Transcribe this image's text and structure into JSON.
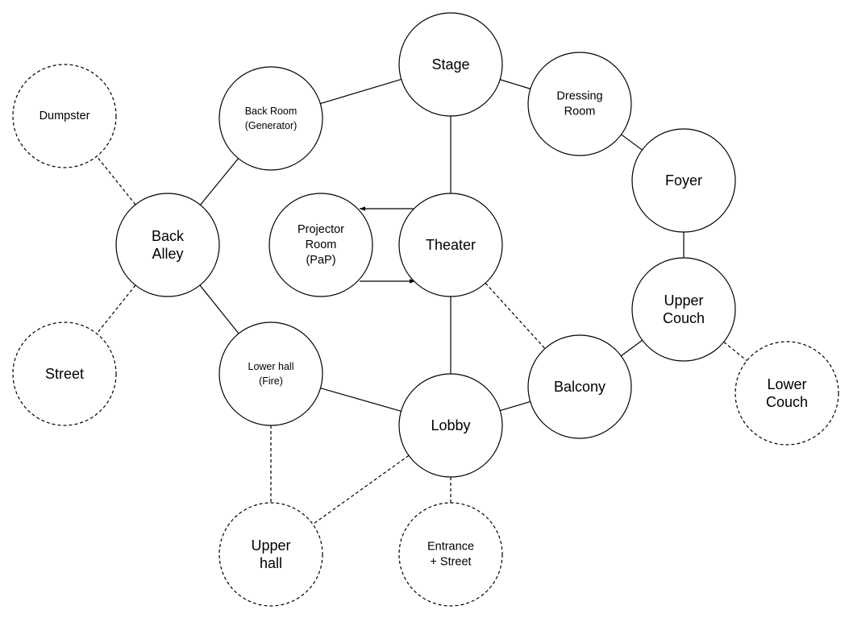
{
  "colors": {
    "stroke": "#000000",
    "fill": "#ffffff"
  },
  "nodes": [
    {
      "id": "stage",
      "name": "node-stage",
      "lines": [
        "Stage"
      ],
      "style": "solid",
      "size": "lg"
    },
    {
      "id": "dressing",
      "name": "node-dressing-room",
      "lines": [
        "Dressing",
        "Room"
      ],
      "style": "solid",
      "size": "md"
    },
    {
      "id": "backroom",
      "name": "node-back-room",
      "lines": [
        "Back Room",
        "(Generator)"
      ],
      "style": "solid",
      "size": "sm"
    },
    {
      "id": "foyer",
      "name": "node-foyer",
      "lines": [
        "Foyer"
      ],
      "style": "solid",
      "size": "lg"
    },
    {
      "id": "dumpster",
      "name": "node-dumpster",
      "lines": [
        "Dumpster"
      ],
      "style": "dashed",
      "size": "md"
    },
    {
      "id": "backalley",
      "name": "node-back-alley",
      "lines": [
        "Back",
        "Alley"
      ],
      "style": "solid",
      "size": "xl"
    },
    {
      "id": "projector",
      "name": "node-projector-room",
      "lines": [
        "Projector",
        "Room",
        "(PaP)"
      ],
      "style": "solid",
      "size": "md"
    },
    {
      "id": "theater",
      "name": "node-theater",
      "lines": [
        "Theater"
      ],
      "style": "solid",
      "size": "lg"
    },
    {
      "id": "uppercouch",
      "name": "node-upper-couch",
      "lines": [
        "Upper",
        "Couch"
      ],
      "style": "solid",
      "size": "lg"
    },
    {
      "id": "street",
      "name": "node-street",
      "lines": [
        "Street"
      ],
      "style": "dashed",
      "size": "lg"
    },
    {
      "id": "lowerhall",
      "name": "node-lower-hall",
      "lines": [
        "Lower hall",
        "(Fire)"
      ],
      "style": "solid",
      "size": "sm"
    },
    {
      "id": "balcony",
      "name": "node-balcony",
      "lines": [
        "Balcony"
      ],
      "style": "solid",
      "size": "lg"
    },
    {
      "id": "lowercouch",
      "name": "node-lower-couch",
      "lines": [
        "Lower",
        "Couch"
      ],
      "style": "dashed",
      "size": "lg"
    },
    {
      "id": "lobby",
      "name": "node-lobby",
      "lines": [
        "Lobby"
      ],
      "style": "solid",
      "size": "lg"
    },
    {
      "id": "upperhall",
      "name": "node-upper-hall",
      "lines": [
        "Upper",
        "hall"
      ],
      "style": "dashed",
      "size": "lg"
    },
    {
      "id": "entrance",
      "name": "node-entrance-street",
      "lines": [
        "Entrance",
        "+ Street"
      ],
      "style": "dashed",
      "size": "md"
    }
  ],
  "edges": [
    {
      "from": "stage",
      "to": "backroom",
      "style": "solid"
    },
    {
      "from": "stage",
      "to": "dressing",
      "style": "solid"
    },
    {
      "from": "stage",
      "to": "theater",
      "style": "solid"
    },
    {
      "from": "dressing",
      "to": "foyer",
      "style": "solid"
    },
    {
      "from": "foyer",
      "to": "uppercouch",
      "style": "solid"
    },
    {
      "from": "uppercouch",
      "to": "balcony",
      "style": "solid"
    },
    {
      "from": "uppercouch",
      "to": "lowercouch",
      "style": "dashed"
    },
    {
      "from": "backroom",
      "to": "backalley",
      "style": "solid"
    },
    {
      "from": "backalley",
      "to": "dumpster",
      "style": "dashed"
    },
    {
      "from": "backalley",
      "to": "street",
      "style": "dashed"
    },
    {
      "from": "backalley",
      "to": "lowerhall",
      "style": "solid"
    },
    {
      "from": "lowerhall",
      "to": "lobby",
      "style": "solid"
    },
    {
      "from": "lowerhall",
      "to": "upperhall",
      "style": "dashed"
    },
    {
      "from": "lobby",
      "to": "upperhall",
      "style": "dashed"
    },
    {
      "from": "lobby",
      "to": "entrance",
      "style": "dashed"
    },
    {
      "from": "lobby",
      "to": "theater",
      "style": "solid"
    },
    {
      "from": "lobby",
      "to": "balcony",
      "style": "solid"
    },
    {
      "from": "theater",
      "to": "balcony",
      "style": "dashed"
    },
    {
      "from": "theater",
      "to": "projector",
      "style": "solid",
      "arrow": true
    },
    {
      "from": "projector",
      "to": "theater",
      "style": "solid",
      "arrow": true
    }
  ]
}
